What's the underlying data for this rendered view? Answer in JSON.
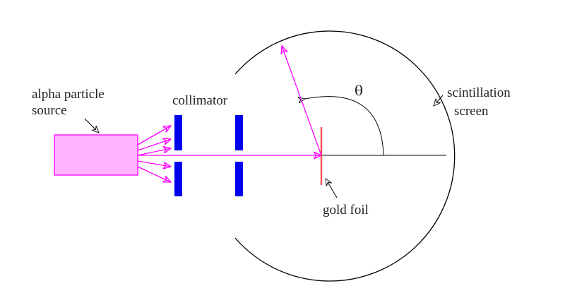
{
  "labels": {
    "source_line1": "alpha particle",
    "source_line2": "source",
    "collimator": "collimator",
    "screen_line1": "scintillation",
    "screen_line2": "screen",
    "foil": "gold foil",
    "angle": "θ"
  },
  "colors": {
    "beam": "#ff00ff",
    "source_fill": "#ffb3ff",
    "collimator_plates": "#0000ee",
    "foil": "#ff5555",
    "outline": "#000000"
  }
}
